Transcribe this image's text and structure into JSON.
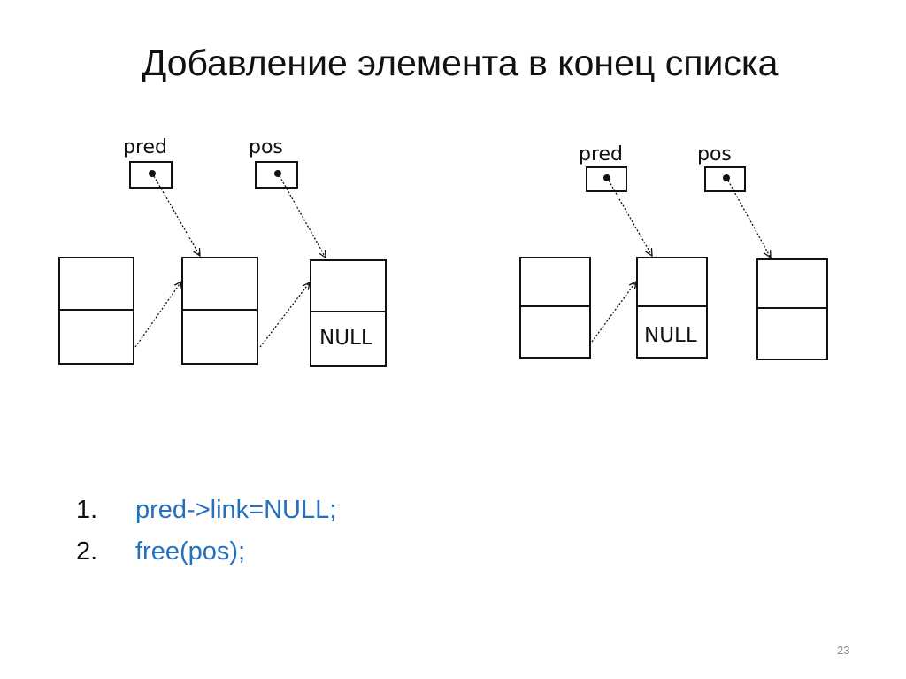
{
  "title": "Добавление элемента в конец списка",
  "diagram_before": {
    "pointer_labels": [
      "pred",
      "pos"
    ],
    "null_label": "NULL"
  },
  "diagram_after": {
    "pointer_labels": [
      "pred",
      "pos"
    ],
    "null_label": "NULL"
  },
  "steps": [
    {
      "number": "1.",
      "code": "pred->link=NULL;"
    },
    {
      "number": "2.",
      "code": "free(pos);"
    }
  ],
  "page_number": "23",
  "colors": {
    "code": "#2470c0",
    "text": "#111111"
  }
}
